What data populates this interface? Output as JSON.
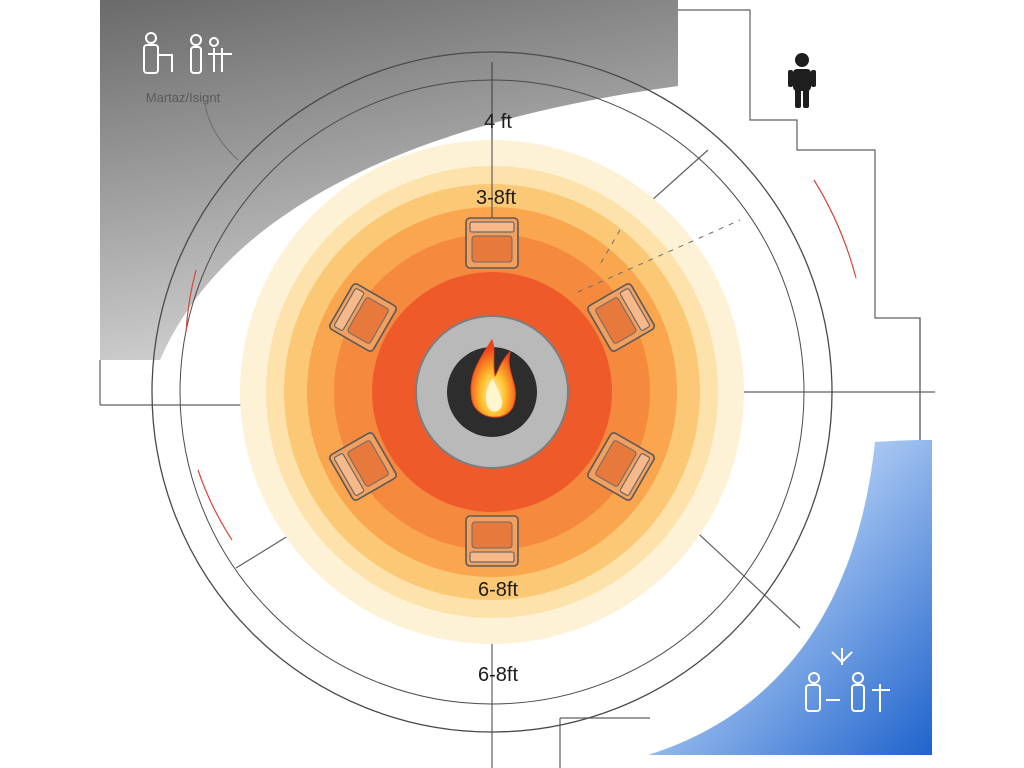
{
  "diagram": {
    "labels": {
      "ring_outer_top": "4 ft",
      "ring_mid_top": "3-8ft",
      "ring_inner_bottom": "6-8ft",
      "ring_outer_bottom": "6-8ft",
      "corner_area": "Martaz/Isignt"
    },
    "rings": [
      {
        "name": "outer-clearance",
        "color": "#fef2d6"
      },
      {
        "name": "ring-5",
        "color": "#fde2ac"
      },
      {
        "name": "ring-4",
        "color": "#fbc875"
      },
      {
        "name": "ring-3",
        "color": "#f9a64e"
      },
      {
        "name": "ring-2",
        "color": "#f58a3f"
      },
      {
        "name": "hot-zone",
        "color": "#ef5a2b"
      }
    ],
    "fire_pit": {
      "rim_color": "#b9b9b9",
      "bowl_color": "#2d2d2d"
    },
    "walls": {
      "house_color": "#8d8d8d",
      "pool_color": "#2f6fd0"
    },
    "chairs": [
      "chair-top",
      "chair-upper-right",
      "chair-lower-right",
      "chair-bottom",
      "chair-lower-left",
      "chair-upper-left"
    ],
    "icons": [
      "person-icon",
      "people-group-icon-top-left",
      "people-group-icon-bottom-right",
      "fire-icon"
    ]
  }
}
